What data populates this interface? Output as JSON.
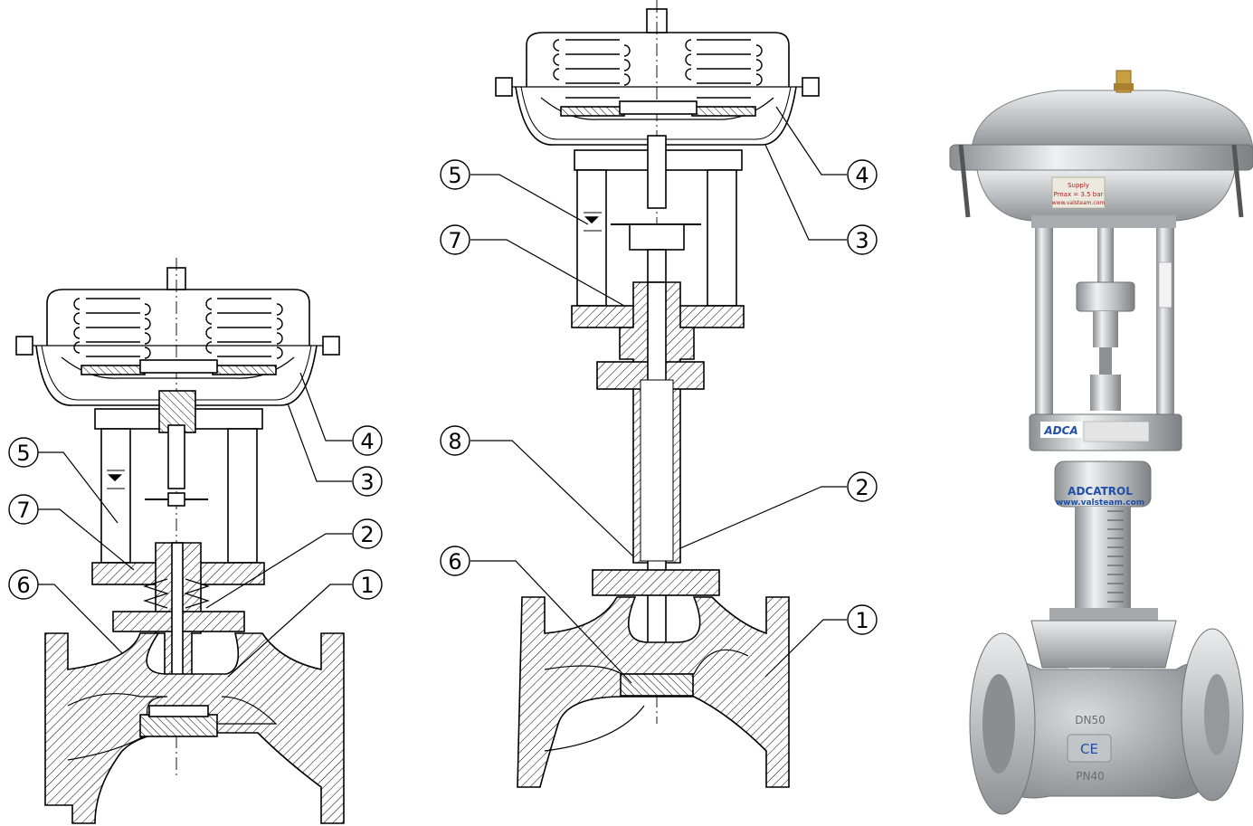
{
  "drawings": {
    "small_valve": {
      "callouts": [
        {
          "num": "5"
        },
        {
          "num": "7"
        },
        {
          "num": "6"
        },
        {
          "num": "4"
        },
        {
          "num": "3"
        },
        {
          "num": "2"
        },
        {
          "num": "1"
        }
      ]
    },
    "extended_valve": {
      "callouts": [
        {
          "num": "5"
        },
        {
          "num": "7"
        },
        {
          "num": "8"
        },
        {
          "num": "6"
        },
        {
          "num": "4"
        },
        {
          "num": "3"
        },
        {
          "num": "2"
        },
        {
          "num": "1"
        }
      ]
    }
  },
  "photo": {
    "nameplate_supply": "Supply",
    "nameplate_pmax": "Pmax = 3.5 bar",
    "nameplate_web": "www.valsteam.com",
    "bracket_brand": "ADCA",
    "body_brand": "ADCATROL",
    "body_web": "www.valsteam.com",
    "body_dn": "DN50",
    "body_pn": "PN40",
    "ce_mark": "CE",
    "colors": {
      "steel": "#b9bcbe",
      "steel_dark": "#6e7275",
      "brand_blue": "#1f4fa8",
      "brass": "#c9a040"
    }
  }
}
